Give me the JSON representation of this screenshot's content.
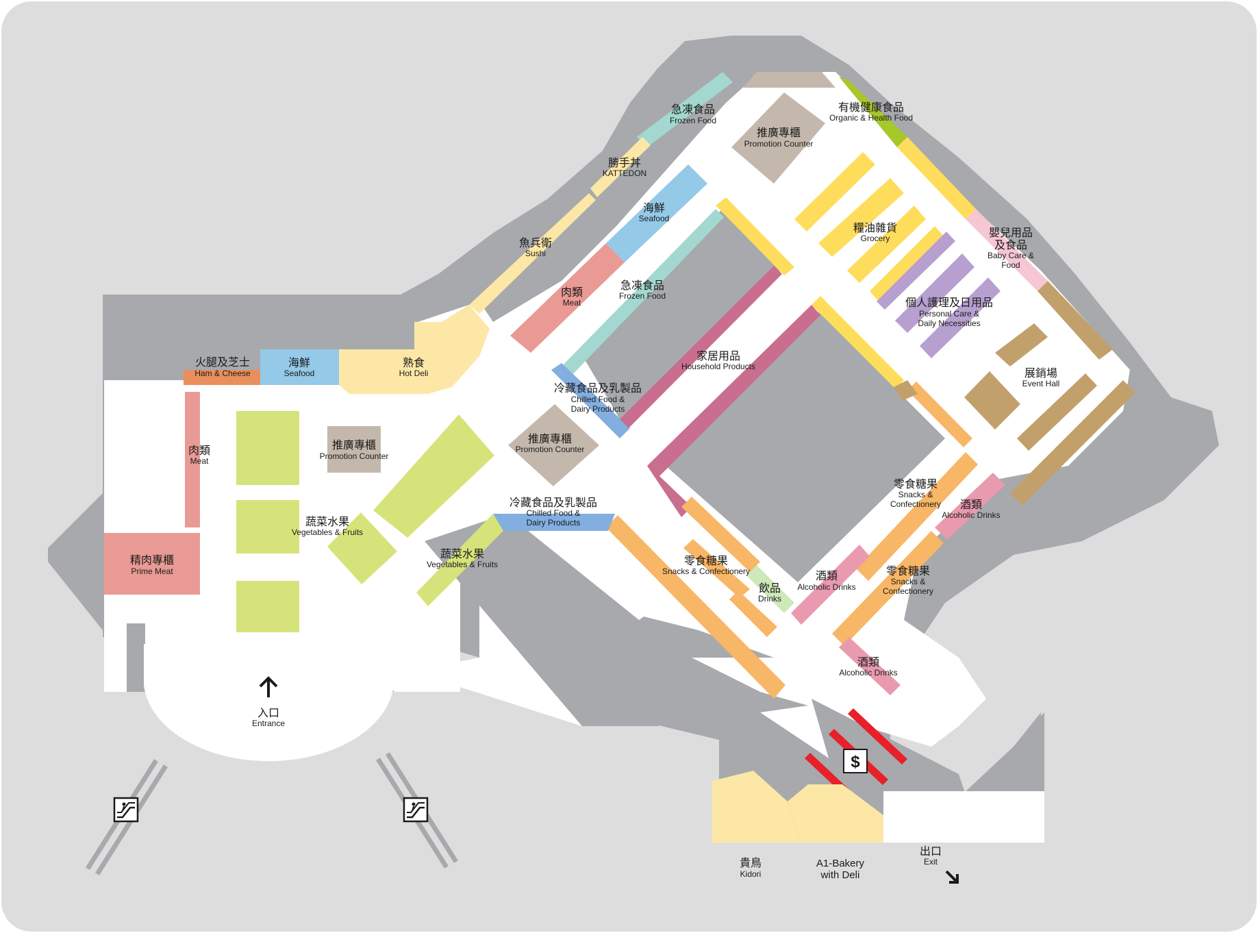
{
  "map": {
    "labels": {
      "frozen_top": {
        "zh": "急凍食品",
        "en": "Frozen Food"
      },
      "promo_top": {
        "zh": "推廣專櫃",
        "en": "Promotion Counter"
      },
      "organic": {
        "zh": "有機健康食品",
        "en": "Organic & Health Food"
      },
      "kattedon": {
        "zh": "勝手丼",
        "en": "KATTEDON"
      },
      "seafood_mid": {
        "zh": "海鮮",
        "en": "Seafood"
      },
      "grocery": {
        "zh": "糧油雜貨",
        "en": "Grocery"
      },
      "sushi": {
        "zh": "魚兵衛",
        "en": "Sushi"
      },
      "baby": {
        "zh1": "嬰兒用品",
        "zh2": "及食品",
        "en1": "Baby Care &",
        "en2": "Food"
      },
      "meat_mid": {
        "zh": "肉類",
        "en": "Meat"
      },
      "frozen_mid": {
        "zh": "急凍食品",
        "en": "Frozen Food"
      },
      "personal": {
        "zh": "個人護理及日用品",
        "en1": "Personal Care &",
        "en2": "Daily Necessities"
      },
      "household": {
        "zh": "家居用品",
        "en": "Household Products"
      },
      "ham": {
        "zh": "火腿及芝士",
        "en": "Ham & Cheese"
      },
      "seafood_left": {
        "zh": "海鮮",
        "en": "Seafood"
      },
      "hotdeli": {
        "zh": "熟食",
        "en": "Hot Deli"
      },
      "event": {
        "zh": "展銷場",
        "en": "Event Hall"
      },
      "chilled_a": {
        "zh": "冷藏食品及乳製品",
        "en1": "Chilled Food &",
        "en2": "Dairy Products"
      },
      "meat_left": {
        "zh": "肉類",
        "en": "Meat"
      },
      "promo_left": {
        "zh": "推廣專櫃",
        "en": "Promotion Counter"
      },
      "promo_center": {
        "zh": "推廣專櫃",
        "en": "Promotion Counter"
      },
      "snacks_a": {
        "zh": "零食糖果",
        "en1": "Snacks &",
        "en2": "Confectionery"
      },
      "alcohol_a": {
        "zh": "酒類",
        "en": "Alcoholic Drinks"
      },
      "chilled_b": {
        "zh": "冷藏食品及乳製品",
        "en1": "Chilled Food &",
        "en2": "Dairy Products"
      },
      "veg_a": {
        "zh": "蔬菜水果",
        "en": "Vegetables & Fruits"
      },
      "prime": {
        "zh": "精肉專櫃",
        "en": "Prime Meat"
      },
      "veg_b": {
        "zh": "蔬菜水果",
        "en": "Vegetables & Fruits"
      },
      "snacks_b": {
        "zh": "零食糖果",
        "en": "Snacks & Confectionery"
      },
      "snacks_c": {
        "zh": "零食糖果",
        "en1": "Snacks &",
        "en2": "Confectionery"
      },
      "alcohol_b": {
        "zh": "酒類",
        "en": "Alcoholic Drinks"
      },
      "drinks": {
        "zh": "飲品",
        "en": "Drinks"
      },
      "alcohol_c": {
        "zh": "酒類",
        "en": "Alcoholic Drinks"
      },
      "entrance": {
        "zh": "入口",
        "en": "Entrance"
      },
      "kidori": {
        "zh": "貴鳥",
        "en": "Kidori"
      },
      "bakery": {
        "line1": "A1-Bakery",
        "line2": "with Deli"
      },
      "exit": {
        "zh": "出口",
        "en": "Exit"
      },
      "cashier": {
        "symbol": "$"
      }
    },
    "icons": {
      "entrance_arrow": "arrow-up-icon",
      "exit_arrow": "arrow-down-right-icon",
      "escalator": "escalator-icon",
      "cashier": "dollar-icon"
    },
    "colors": {
      "background": "#dddddd",
      "building": "#a7a9ac",
      "walkway": "#ffffff",
      "vegetables": "#d6e37a",
      "meat": "#e99a94",
      "seafood": "#94c9e8",
      "frozen": "#a2d8d0",
      "deli": "#fde7a6",
      "grocery": "#ffdd5c",
      "promotion": "#c4b8ac",
      "household": "#c96e8e",
      "personal_care": "#b7a0cf",
      "baby": "#f6c6d4",
      "event": "#c2a06c",
      "snacks": "#f8b667",
      "alcohol": "#e99aae",
      "drinks": "#cde8b9",
      "chilled": "#82aee0",
      "organic": "#a6c82a",
      "checkout": "#e8202a",
      "bakery": "#fde7a6"
    }
  }
}
